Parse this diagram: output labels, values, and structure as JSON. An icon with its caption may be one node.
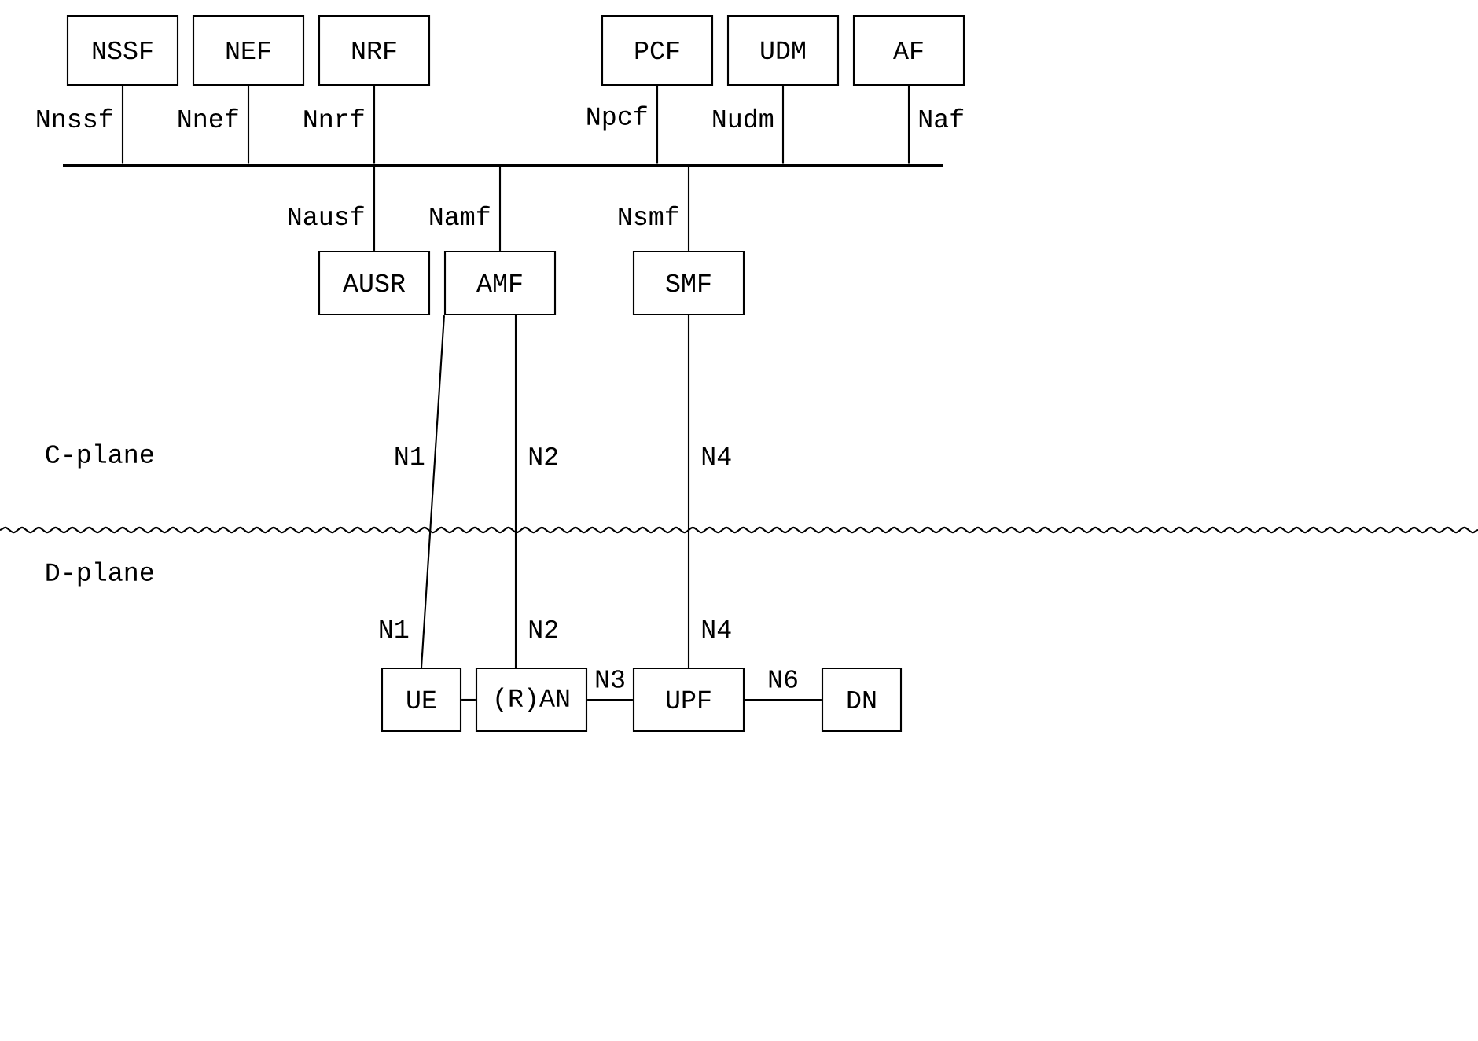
{
  "diagram": {
    "nodes": [
      {
        "text": [
          "NSSF"
        ]
      },
      {
        "text": [
          "NEF"
        ]
      },
      {
        "text": [
          "NRF"
        ]
      },
      {
        "text": [
          "PCF"
        ]
      },
      {
        "text": [
          "UDM"
        ]
      },
      {
        "text": [
          "AF"
        ]
      },
      {
        "text": [],
        "shape": "bar"
      },
      {
        "text": [
          "AUSR"
        ]
      },
      {
        "text": [
          "AMF"
        ]
      },
      {
        "text": [
          "SMF"
        ]
      },
      {
        "text": [
          "UE"
        ]
      },
      {
        "text": [
          "(R)AN"
        ]
      },
      {
        "text": [
          "UPF"
        ]
      },
      {
        "text": [
          "DN"
        ]
      }
    ],
    "edges": [
      {
        "from": 0,
        "to": 6,
        "arrow": "none",
        "label": "Nnssf"
      },
      {
        "from": 1,
        "to": 6,
        "arrow": "none",
        "label": "Nnef"
      },
      {
        "from": 2,
        "to": 6,
        "arrow": "none",
        "label": "Nnrf"
      },
      {
        "from": 3,
        "to": 6,
        "arrow": "none",
        "label": "Npcf"
      },
      {
        "from": 4,
        "to": 6,
        "arrow": "none",
        "label": "Nudm"
      },
      {
        "from": 5,
        "to": 6,
        "arrow": "none",
        "label": "Naf"
      },
      {
        "from": 7,
        "to": 6,
        "arrow": "none",
        "label": "Nausf"
      },
      {
        "from": 8,
        "to": 6,
        "arrow": "none",
        "label": "Namf"
      },
      {
        "from": 9,
        "to": 6,
        "arrow": "none",
        "label": "Nsmf"
      },
      {
        "from": 8,
        "to": 10,
        "arrow": "none",
        "label": "N1"
      },
      {
        "from": 8,
        "to": 11,
        "arrow": "none",
        "label": "N2"
      },
      {
        "from": 9,
        "to": 12,
        "arrow": "none",
        "label": "N4"
      },
      {
        "from": 10,
        "to": 11,
        "arrow": "none"
      },
      {
        "from": 11,
        "to": 12,
        "arrow": "none",
        "label": "N3"
      },
      {
        "from": 12,
        "to": 13,
        "arrow": "none",
        "label": "N6"
      }
    ],
    "labels": [
      "C-plane",
      "N1",
      "N2",
      "N4",
      "D-plane"
    ]
  }
}
